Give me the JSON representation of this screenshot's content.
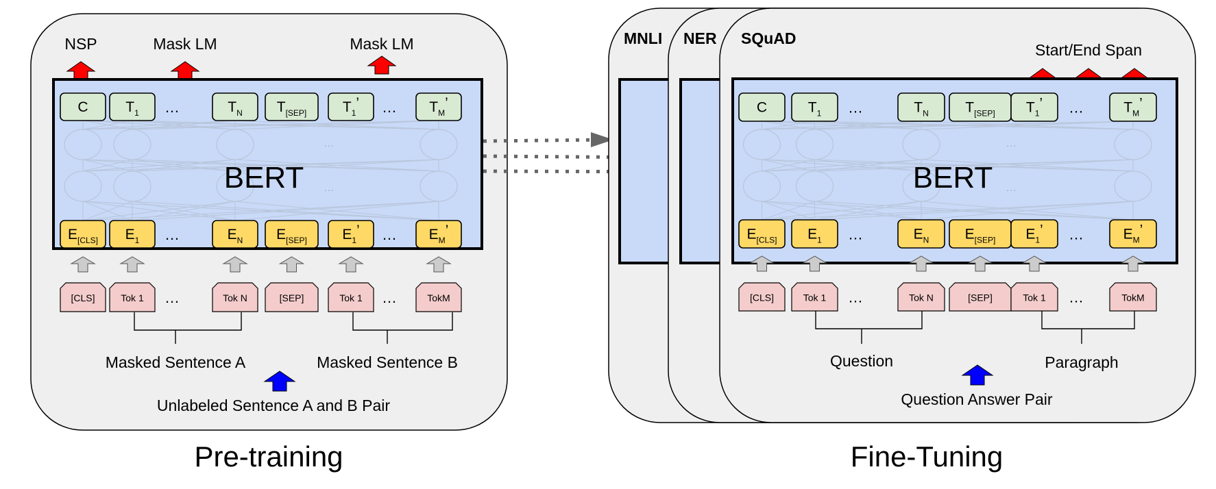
{
  "pretrain": {
    "caption": "Pre-training",
    "nsp_label": "NSP",
    "mask_lm_label_1": "Mask LM",
    "mask_lm_label_2": "Mask LM",
    "bert_label": "BERT",
    "sentence_a": "Masked Sentence A",
    "sentence_b": "Masked Sentence B",
    "input_label": "Unlabeled Sentence A and B Pair"
  },
  "finetune": {
    "caption": "Fine-Tuning",
    "task_1": "MNLI",
    "task_2": "NER",
    "task_3": "SQuAD",
    "span_label": "Start/End Span",
    "bert_label": "BERT",
    "sentence_a": "Question",
    "sentence_b": "Paragraph",
    "input_label": "Question Answer Pair"
  },
  "tokens": {
    "outputs": [
      {
        "main": "C",
        "sub": ""
      },
      {
        "main": "T",
        "sub": "1"
      },
      {
        "main": "…",
        "sub": ""
      },
      {
        "main": "T",
        "sub": "N"
      },
      {
        "main": "T",
        "sub": "[SEP]"
      },
      {
        "main": "T",
        "sub": "1",
        "prime": "’"
      },
      {
        "main": "…",
        "sub": ""
      },
      {
        "main": "T",
        "sub": "M",
        "prime": "’"
      }
    ],
    "embeddings": [
      {
        "main": "E",
        "sub": "[CLS]"
      },
      {
        "main": "E",
        "sub": "1"
      },
      {
        "main": "…",
        "sub": ""
      },
      {
        "main": "E",
        "sub": "N"
      },
      {
        "main": "E",
        "sub": "[SEP]"
      },
      {
        "main": "E",
        "sub": "1",
        "prime": "’"
      },
      {
        "main": "…",
        "sub": ""
      },
      {
        "main": "E",
        "sub": "M",
        "prime": "’"
      }
    ],
    "inputs": [
      "[CLS]",
      "Tok 1",
      "…",
      "Tok N",
      "[SEP]",
      "Tok 1",
      "…",
      "TokM"
    ]
  },
  "colors": {
    "bert_fill": "#c9daf8",
    "output_token_fill": "#d9ead3",
    "embedding_fill": "#ffd966",
    "input_token_fill": "#f4cccc",
    "output_arrow": "#ff0000",
    "input_arrow": "#0000ff",
    "panel_fill": "#efefef"
  }
}
